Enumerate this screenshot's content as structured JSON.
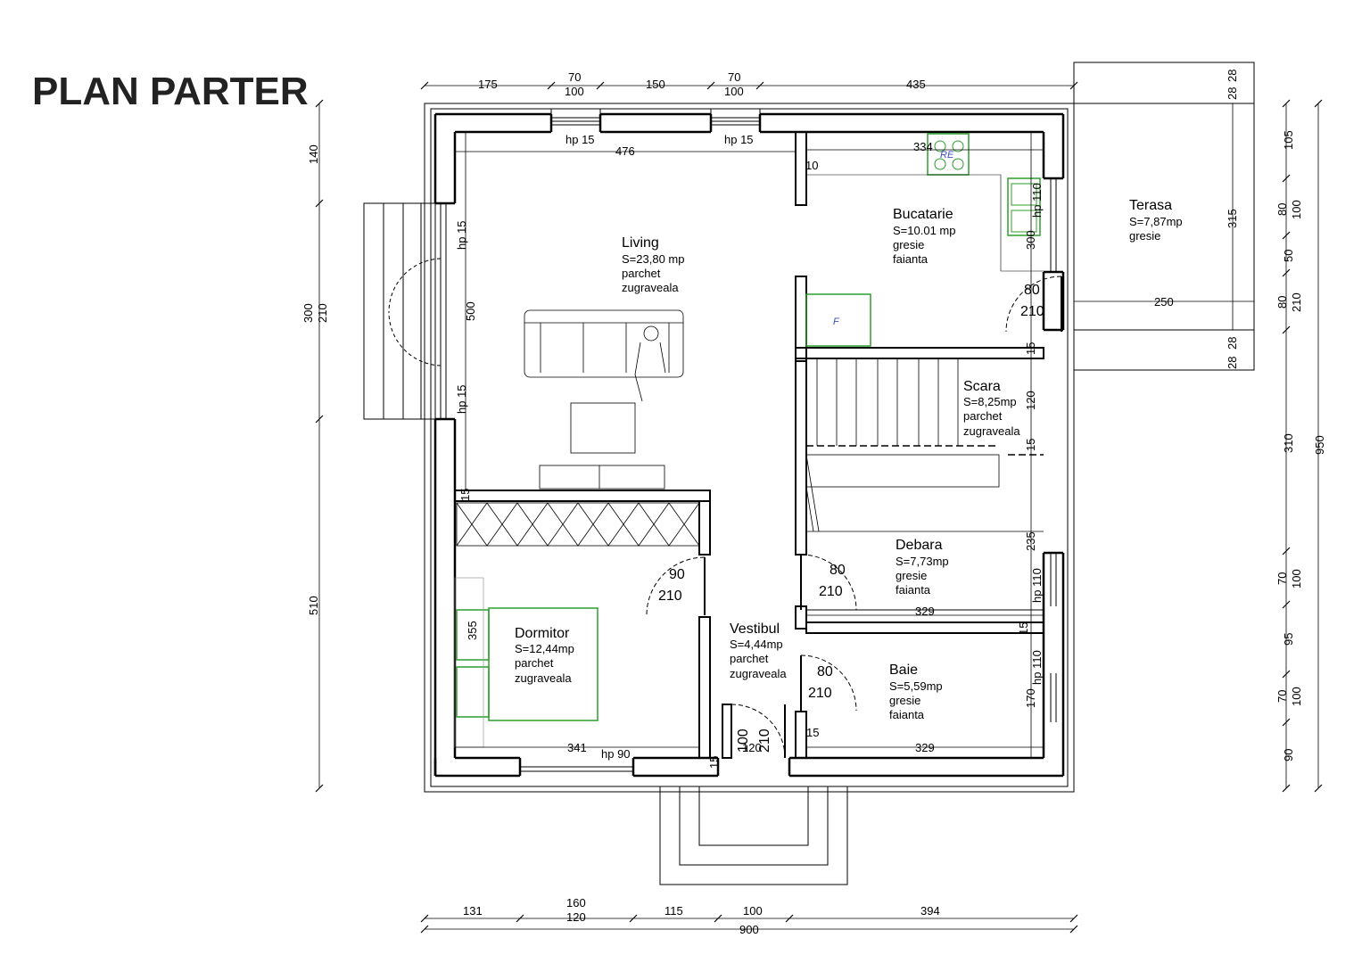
{
  "title": "PLAN PARTER",
  "colors": {
    "wall": "#000000",
    "furniture_green": "#2e9e2e",
    "annotation_blue": "#3b4fbf",
    "title": "#222222"
  },
  "rooms": {
    "living": {
      "name": "Living",
      "area": "S=23,80 mp",
      "floor": "parchet",
      "walls": "zugraveala"
    },
    "bucatarie": {
      "name": "Bucatarie",
      "area": "S=10.01 mp",
      "floor": "gresie",
      "walls": "faianta"
    },
    "terasa": {
      "name": "Terasa",
      "area": "S=7,87mp",
      "floor": "gresie"
    },
    "scara": {
      "name": "Scara",
      "area": "S=8,25mp",
      "floor": "parchet",
      "walls": "zugraveala"
    },
    "debara": {
      "name": "Debara",
      "area": "S=7,73mp",
      "floor": "gresie",
      "walls": "faianta"
    },
    "dormitor": {
      "name": "Dormitor",
      "area": "S=12,44mp",
      "floor": "parchet",
      "walls": "zugraveala"
    },
    "vestibul": {
      "name": "Vestibul",
      "area": "S=4,44mp",
      "floor": "parchet",
      "walls": "zugraveala"
    },
    "baie": {
      "name": "Baie",
      "area": "S=5,59mp",
      "floor": "gresie",
      "walls": "faianta"
    }
  },
  "dims": {
    "top_175": "175",
    "top_70a": "70",
    "top_100a": "100",
    "top_150": "150",
    "top_70b": "70",
    "top_100b": "100",
    "top_435": "435",
    "top_28a": "28",
    "top_28b": "28",
    "bot_131": "131",
    "bot_160": "160",
    "bot_120": "120",
    "bot_115": "115",
    "bot_100": "100",
    "bot_394": "394",
    "bot_900": "900",
    "left_140": "140",
    "left_300": "300",
    "left_210": "210",
    "left_510": "510",
    "right_105": "105",
    "right_80a": "80",
    "right_100a": "100",
    "right_50": "50",
    "right_80b": "80",
    "right_210": "210",
    "right_28a": "28",
    "right_28b": "28",
    "right_310": "310",
    "right_950": "950",
    "right_70a": "70",
    "right_100b": "100",
    "right_95": "95",
    "right_70b": "70",
    "right_100c": "100",
    "right_90": "90",
    "ter_315": "315",
    "ter_250": "250",
    "int_hp15_a": "hp 15",
    "int_hp15_b": "hp 15",
    "int_476": "476",
    "int_334": "334",
    "int_10": "10",
    "int_hp110_a": "hp 110",
    "int_300": "300",
    "int_hp15_c": "hp 15",
    "int_500": "500",
    "int_hp15_d": "hp 15",
    "int_80_k": "80",
    "int_210_k": "210",
    "int_15_a": "15",
    "int_120": "120",
    "int_15_b": "15",
    "int_235": "235",
    "int_15_c": "15",
    "int_90_d": "90",
    "int_210_d": "210",
    "int_80_db": "80",
    "int_210_db": "210",
    "int_329_a": "329",
    "int_hp110_b": "hp 110",
    "int_15_d": "15",
    "int_355": "355",
    "int_80_b": "80",
    "int_210_b": "210",
    "int_hp110_c": "hp 110",
    "int_170": "170",
    "int_15_e": "15",
    "int_329_b": "329",
    "int_341": "341",
    "int_hp90": "hp 90",
    "int_100_v": "100",
    "int_210_v": "210",
    "int_120_v": "120",
    "int_15_v": "15"
  },
  "appliance_labels": {
    "stove": "RE",
    "fridge": "F"
  }
}
